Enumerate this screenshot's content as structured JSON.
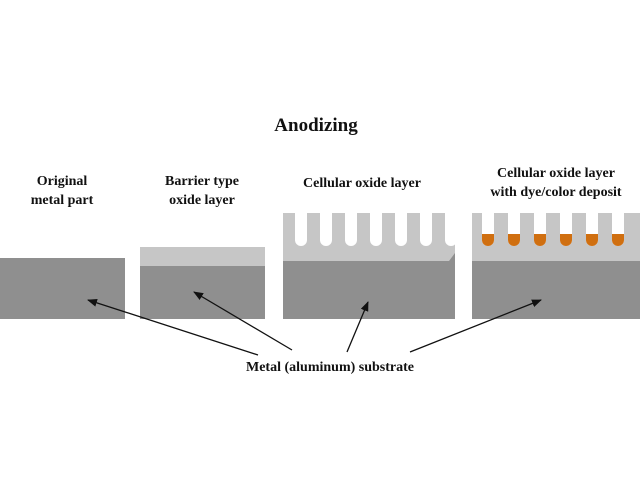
{
  "title": "Anodizing",
  "panels": [
    {
      "label_lines": [
        "Original",
        "metal part"
      ]
    },
    {
      "label_lines": [
        "Barrier type",
        "oxide layer"
      ]
    },
    {
      "label_lines": [
        "Cellular oxide layer"
      ]
    },
    {
      "label_lines": [
        "Cellular oxide layer",
        "with dye/color deposit"
      ]
    }
  ],
  "substrate_label": "Metal (aluminum) substrate",
  "colors": {
    "metal": "#8f8f8f",
    "oxide": "#c6c6c6",
    "dye": "#d06f10",
    "text": "#111111",
    "arrow": "#111111"
  }
}
